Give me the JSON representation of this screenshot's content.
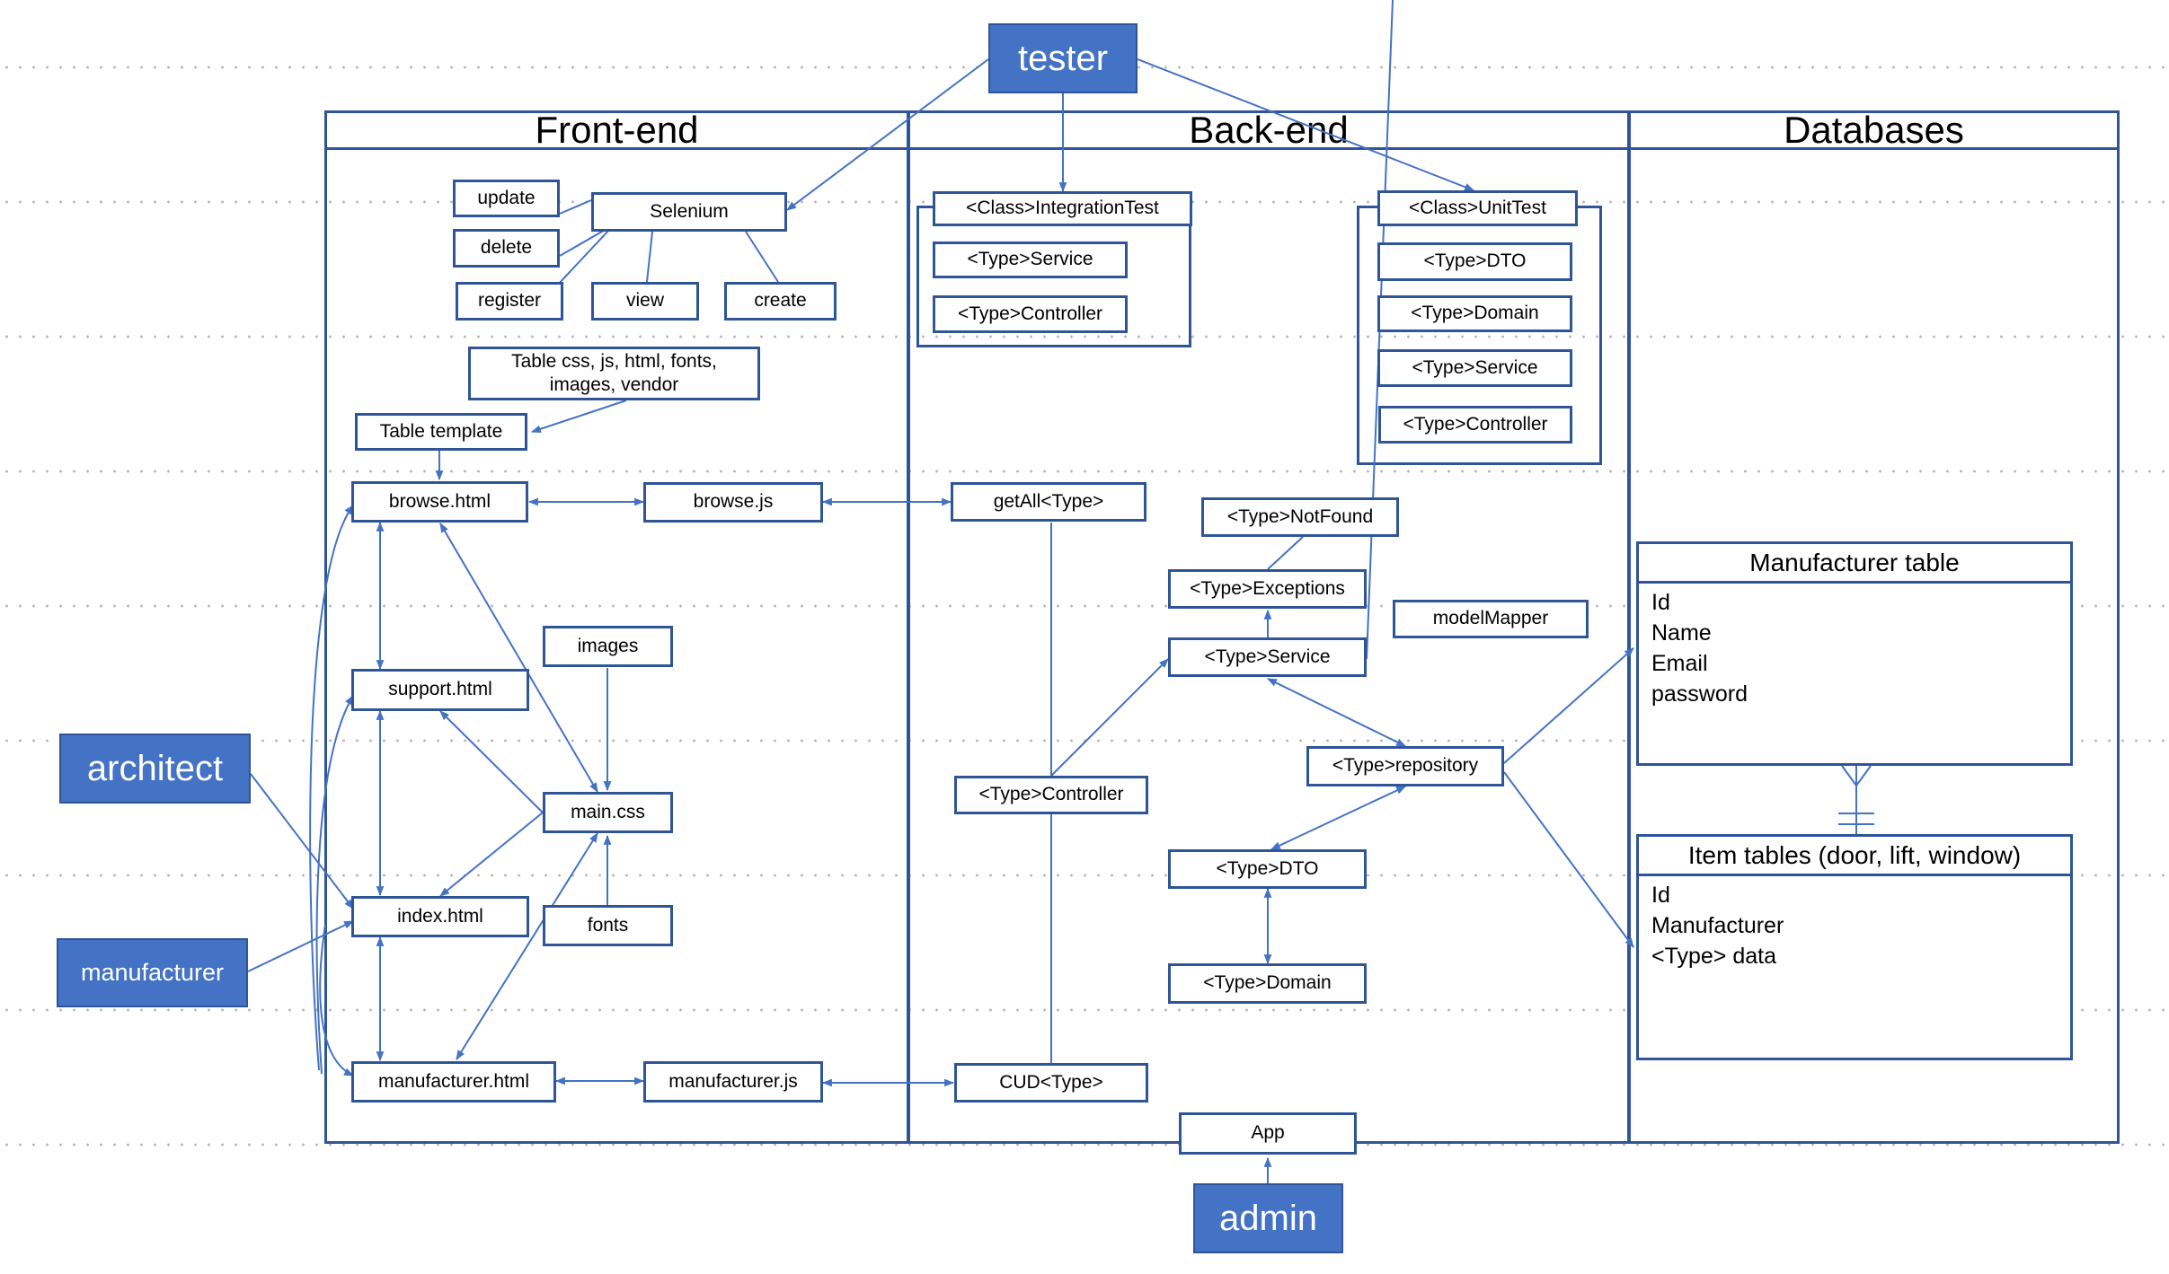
{
  "actors": {
    "tester": "tester",
    "architect": "architect",
    "manufacturer": "manufacturer",
    "admin": "admin"
  },
  "sections": {
    "frontend": "Front-end",
    "backend": "Back-end",
    "databases": "Databases"
  },
  "frontend": {
    "selenium": "Selenium",
    "update": "update",
    "delete": "delete",
    "register": "register",
    "view": "view",
    "create": "create",
    "table_assets": "Table css, js, html, fonts, images, vendor",
    "table_template": "Table template",
    "browse_html": "browse.html",
    "browse_js": "browse.js",
    "support_html": "support.html",
    "index_html": "index.html",
    "manufacturer_html": "manufacturer.html",
    "manufacturer_js": "manufacturer.js",
    "images": "images",
    "main_css": "main.css",
    "fonts": "fonts"
  },
  "backend": {
    "integration_test": "<Class>IntegrationTest",
    "it_service": "<Type>Service",
    "it_controller": "<Type>Controller",
    "unit_test": "<Class>UnitTest",
    "ut_dto": "<Type>DTO",
    "ut_domain": "<Type>Domain",
    "ut_service": "<Type>Service",
    "ut_controller": "<Type>Controller",
    "get_all": "getAll<Type>",
    "controller": "<Type>Controller",
    "cud": "CUD<Type>",
    "not_found": "<Type>NotFound",
    "exceptions": "<Type>Exceptions",
    "service": "<Type>Service",
    "model_mapper": "modelMapper",
    "repository": "<Type>repository",
    "dto": "<Type>DTO",
    "domain": "<Type>Domain",
    "app": "App"
  },
  "databases": {
    "manufacturer_table": {
      "title": "Manufacturer table",
      "fields": [
        "Id",
        "Name",
        "Email",
        "password"
      ]
    },
    "item_tables": {
      "title": "Item tables (door, lift, window)",
      "fields": [
        "Id",
        "Manufacturer",
        "<Type> data"
      ]
    }
  },
  "colors": {
    "accent": "#4472c4",
    "border": "#2f5597",
    "actor_text": "#ffffff",
    "grid_dots": "#b8b8b8"
  }
}
